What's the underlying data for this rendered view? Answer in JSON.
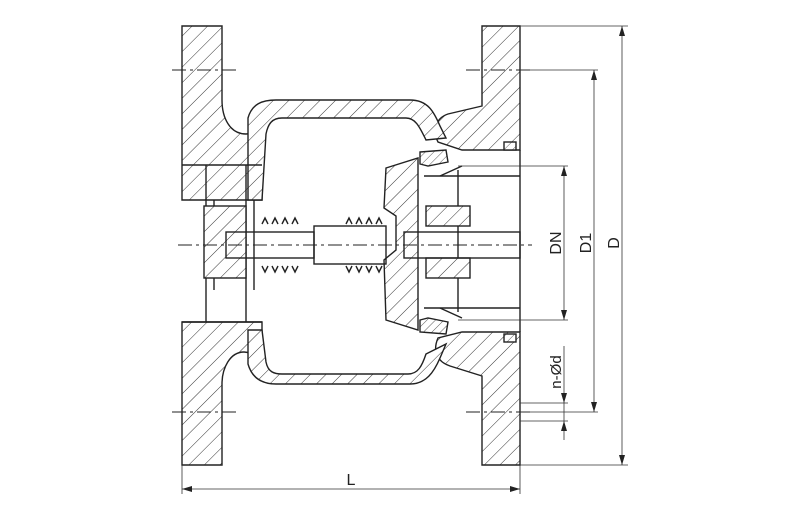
{
  "drawing": {
    "labels": {
      "dn": "DN",
      "d1": "D1",
      "d": "D",
      "bolt_holes": "n-Ød",
      "length": "L"
    },
    "colors": {
      "line": "#222222",
      "background": "#ffffff"
    }
  }
}
